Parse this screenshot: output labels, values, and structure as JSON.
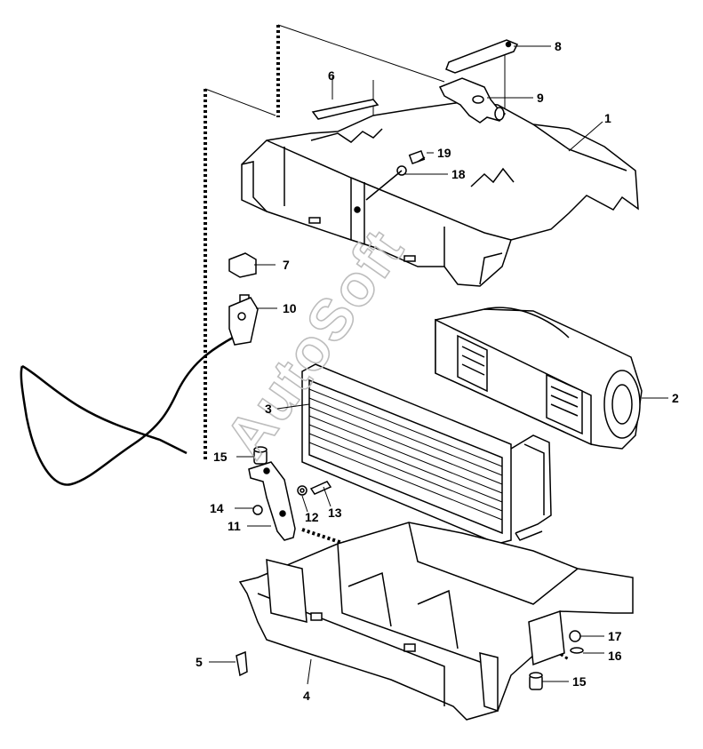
{
  "watermark": "AutoSoft",
  "callouts": [
    {
      "id": "1",
      "label": "1"
    },
    {
      "id": "2",
      "label": "2"
    },
    {
      "id": "3",
      "label": "3"
    },
    {
      "id": "4",
      "label": "4"
    },
    {
      "id": "5",
      "label": "5"
    },
    {
      "id": "6",
      "label": "6"
    },
    {
      "id": "7",
      "label": "7"
    },
    {
      "id": "8",
      "label": "8"
    },
    {
      "id": "9",
      "label": "9"
    },
    {
      "id": "10",
      "label": "10"
    },
    {
      "id": "11",
      "label": "11"
    },
    {
      "id": "12",
      "label": "12"
    },
    {
      "id": "13",
      "label": "13"
    },
    {
      "id": "14",
      "label": "14"
    },
    {
      "id": "15a",
      "label": "15"
    },
    {
      "id": "15b",
      "label": "15"
    },
    {
      "id": "16",
      "label": "16"
    },
    {
      "id": "17",
      "label": "17"
    },
    {
      "id": "18",
      "label": "18"
    },
    {
      "id": "19",
      "label": "19"
    }
  ]
}
